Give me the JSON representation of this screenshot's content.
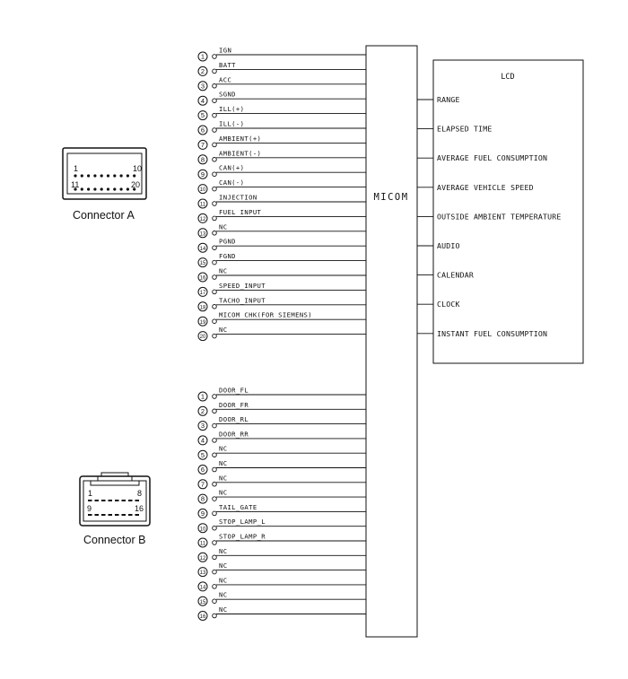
{
  "micom": {
    "label": "MICOM"
  },
  "lcd": {
    "title": "LCD",
    "items": [
      "RANGE",
      "ELAPSED TIME",
      "AVERAGE FUEL CONSUMPTION",
      "AVERAGE VEHICLE SPEED",
      "OUTSIDE AMBIENT TEMPERATURE",
      "AUDIO",
      "CALENDAR",
      "CLOCK",
      "INSTANT FUEL CONSUMPTION"
    ]
  },
  "connector_a": {
    "caption": "Connector A",
    "pin_labels": {
      "first": "1",
      "last_top": "10",
      "first_bottom": "11",
      "last": "20"
    },
    "pins": [
      {
        "num": "1",
        "name": "IGN"
      },
      {
        "num": "2",
        "name": "BATT"
      },
      {
        "num": "3",
        "name": "ACC"
      },
      {
        "num": "4",
        "name": "SGND"
      },
      {
        "num": "5",
        "name": "ILL(+)"
      },
      {
        "num": "6",
        "name": "ILL(-)"
      },
      {
        "num": "7",
        "name": "AMBIENT(+)"
      },
      {
        "num": "8",
        "name": "AMBIENT(-)"
      },
      {
        "num": "9",
        "name": "CAN(+)"
      },
      {
        "num": "10",
        "name": "CAN(-)"
      },
      {
        "num": "11",
        "name": "INJECTION"
      },
      {
        "num": "12",
        "name": "FUEL INPUT"
      },
      {
        "num": "13",
        "name": "NC"
      },
      {
        "num": "14",
        "name": "PGND"
      },
      {
        "num": "15",
        "name": "FGND"
      },
      {
        "num": "16",
        "name": "NC"
      },
      {
        "num": "17",
        "name": "SPEED_INPUT"
      },
      {
        "num": "18",
        "name": "TACHO_INPUT"
      },
      {
        "num": "19",
        "name": "MICOM CHK(FOR SIEMENS)"
      },
      {
        "num": "20",
        "name": "NC"
      }
    ]
  },
  "connector_b": {
    "caption": "Connector B",
    "pin_labels": {
      "first": "1",
      "last_top": "8",
      "first_bottom": "9",
      "last": "16"
    },
    "pins": [
      {
        "num": "1",
        "name": "DOOR_FL"
      },
      {
        "num": "2",
        "name": "DOOR_FR"
      },
      {
        "num": "3",
        "name": "DOOR_RL"
      },
      {
        "num": "4",
        "name": "DOOR_RR"
      },
      {
        "num": "5",
        "name": "NC"
      },
      {
        "num": "6",
        "name": "NC"
      },
      {
        "num": "7",
        "name": "NC"
      },
      {
        "num": "8",
        "name": "NC"
      },
      {
        "num": "9",
        "name": "TAIL_GATE"
      },
      {
        "num": "10",
        "name": "STOP_LAMP_L"
      },
      {
        "num": "11",
        "name": "STOP_LAMP_R"
      },
      {
        "num": "12",
        "name": "NC"
      },
      {
        "num": "13",
        "name": "NC"
      },
      {
        "num": "14",
        "name": "NC"
      },
      {
        "num": "15",
        "name": "NC"
      },
      {
        "num": "16",
        "name": "NC"
      }
    ]
  }
}
